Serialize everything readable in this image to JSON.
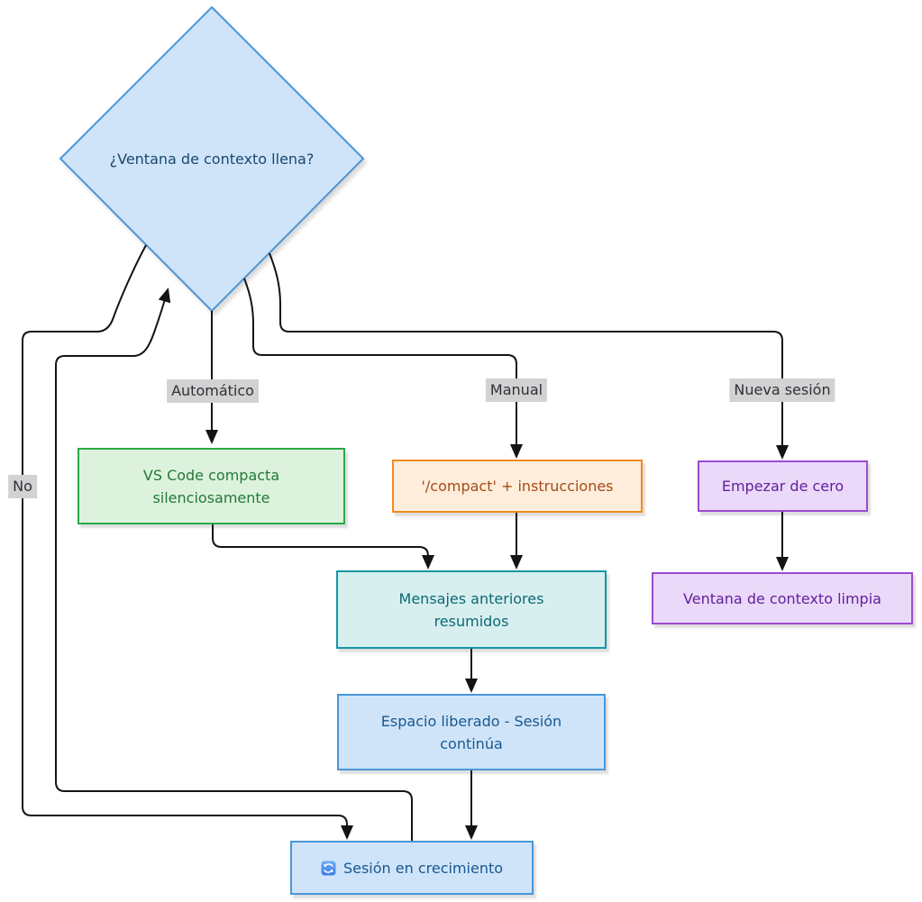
{
  "diagram_type": "flowchart",
  "background": "#ffffff",
  "edge_color": "#141414",
  "nodes": {
    "decision": {
      "shape": "diamond",
      "label": "¿Ventana de contexto llena?",
      "fill": "#cfe4f9",
      "stroke": "#4a97d8",
      "text_color": "#19486e"
    },
    "auto_compact": {
      "label": "VS Code compacta silenciosamente",
      "fill": "#ddf2dd",
      "stroke": "#2ba84a",
      "text_color": "#217a38"
    },
    "manual_compact": {
      "label": "'/compact' + instrucciones",
      "fill": "#ffeddc",
      "stroke": "#f18c1d",
      "text_color": "#a54a14"
    },
    "start_fresh": {
      "label": "Empezar de cero",
      "fill": "#ead9f8",
      "stroke": "#9a4bd0",
      "text_color": "#641f9e"
    },
    "summarized": {
      "label": "Mensajes anteriores resumidos",
      "fill": "#d7efef",
      "stroke": "#1696a6",
      "text_color": "#0d6875"
    },
    "space_freed": {
      "label": "Espacio liberado - Sesión continúa",
      "fill": "#cfe4f9",
      "stroke": "#4a97d8",
      "text_color": "#19588f"
    },
    "clean_window": {
      "label": "Ventana de contexto limpia",
      "fill": "#ead9f8",
      "stroke": "#9a4bd0",
      "text_color": "#641f9e"
    },
    "growing_session": {
      "label": "Sesión en crecimiento",
      "icon": "sync-icon",
      "icon_color": "#4b8df0",
      "fill": "#cfe4f9",
      "stroke": "#4a97d8",
      "text_color": "#19588f"
    }
  },
  "edge_labels": {
    "automatic": "Automático",
    "manual": "Manual",
    "new_session": "Nueva sesión",
    "no": "No",
    "background": "#d2d2d2",
    "text_color": "#30303a"
  },
  "edges": [
    {
      "from": "decision",
      "to": "auto_compact",
      "label": "Automático"
    },
    {
      "from": "decision",
      "to": "manual_compact",
      "label": "Manual"
    },
    {
      "from": "decision",
      "to": "start_fresh",
      "label": "Nueva sesión"
    },
    {
      "from": "auto_compact",
      "to": "summarized",
      "label": ""
    },
    {
      "from": "manual_compact",
      "to": "summarized",
      "label": ""
    },
    {
      "from": "summarized",
      "to": "space_freed",
      "label": ""
    },
    {
      "from": "space_freed",
      "to": "growing_session",
      "label": ""
    },
    {
      "from": "start_fresh",
      "to": "clean_window",
      "label": ""
    },
    {
      "from": "decision",
      "to": "growing_session",
      "label": "No"
    },
    {
      "from": "growing_session",
      "to": "decision",
      "label": ""
    }
  ]
}
